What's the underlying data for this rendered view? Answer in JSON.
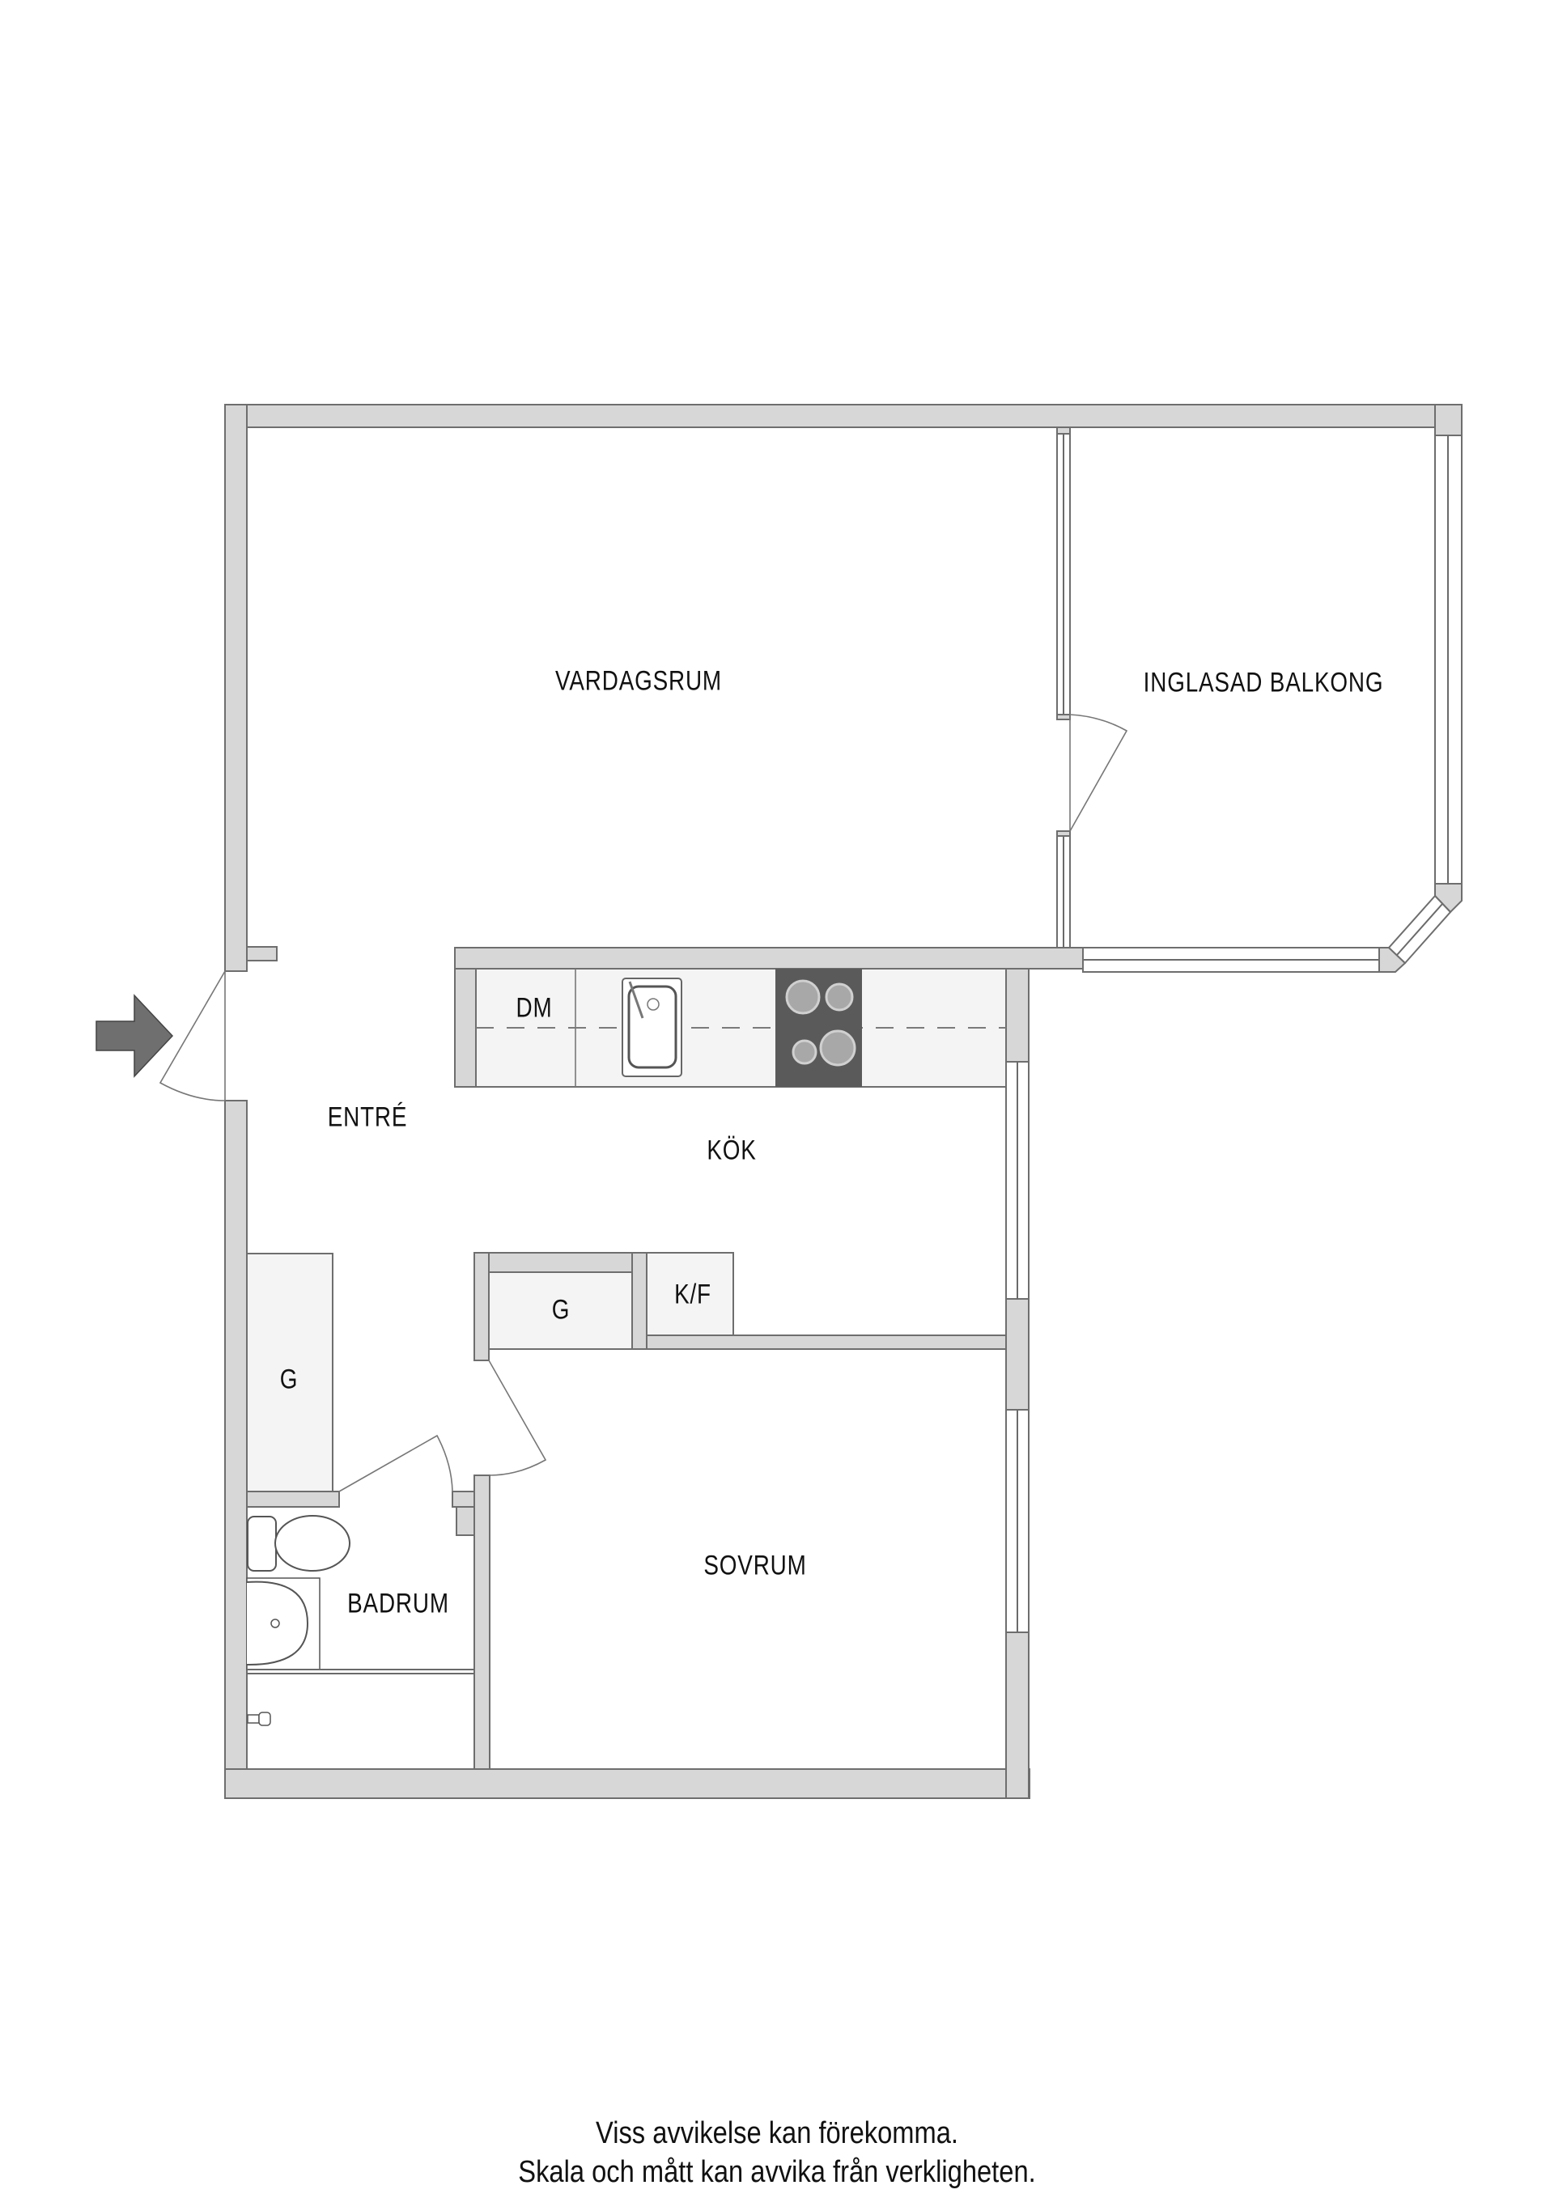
{
  "floor_plan": {
    "rooms": {
      "vardagsrum": "VARDAGSRUM",
      "inglasad_balkong": "INGLASAD BALKONG",
      "entre": "ENTRÉ",
      "kok": "KÖK",
      "badrum": "BADRUM",
      "sovrum": "SOVRUM"
    },
    "fixtures": {
      "dishwasher": "DM",
      "closet_kitchen": "G",
      "fridge_freezer": "K/F",
      "closet_entrance": "G"
    },
    "entrance_marker": "entrance-arrow",
    "colors": {
      "wall_fill": "#d7d7d7",
      "wall_stroke": "#6e6e6e",
      "fixture_fill": "#f4f4f4",
      "cooktop": "#5a5a5a",
      "burner": "#a8a8a8",
      "arrow": "#6f6f6f"
    }
  },
  "footer": {
    "line1": "Viss avvikelse kan förekomma.",
    "line2": "Skala och mått kan avvika från verkligheten."
  }
}
